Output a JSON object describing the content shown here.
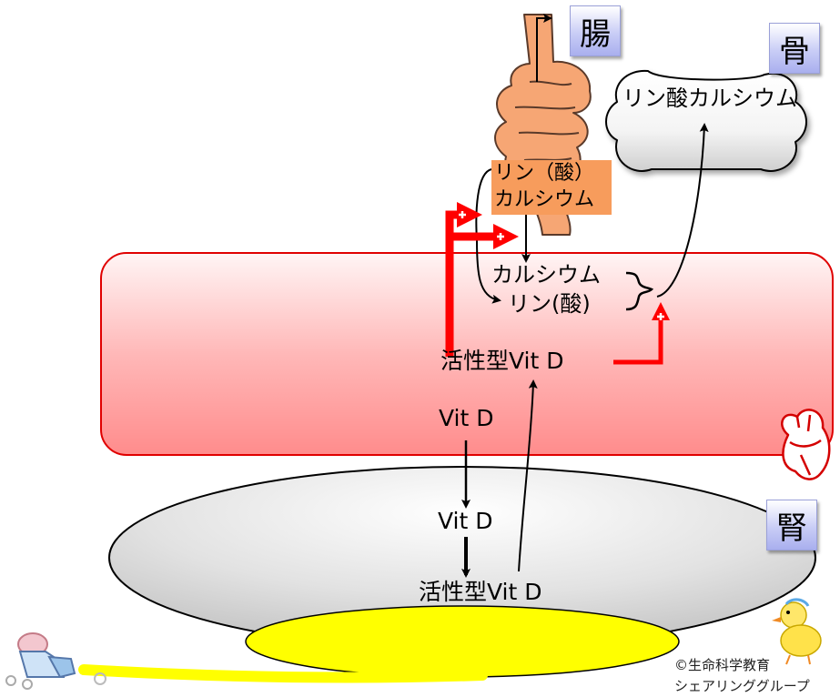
{
  "organs": {
    "intestine": "腸",
    "bone": "骨",
    "kidney": "腎"
  },
  "labels": {
    "bone_content": "リン酸カルシウム",
    "gut_phosphate": "リン（酸）",
    "gut_calcium": "カルシウム",
    "blood_calcium": "カルシウム",
    "blood_phosphate": "リン(酸)",
    "blood_active_vitd": "活性型Vit D",
    "blood_vitd": "Vit D",
    "kidney_vitd": "Vit D",
    "kidney_active_vitd": "活性型Vit D"
  },
  "copyright": {
    "line1": "©生命科学教育",
    "line2": "シェアリンググループ"
  },
  "colors": {
    "blood_fill": "#ffb3b3",
    "blood_border": "#e00000",
    "kidney_fill": "#e4e4e4",
    "urine_fill": "#ffff00",
    "gut_box": "#f79c5c",
    "promote_arrow": "#ff0000",
    "intestine": "#f6a674"
  },
  "icons": [
    "heart-icon",
    "toilet-icon",
    "chick-icon",
    "intestine-icon",
    "bone-icon",
    "plus-icon"
  ]
}
